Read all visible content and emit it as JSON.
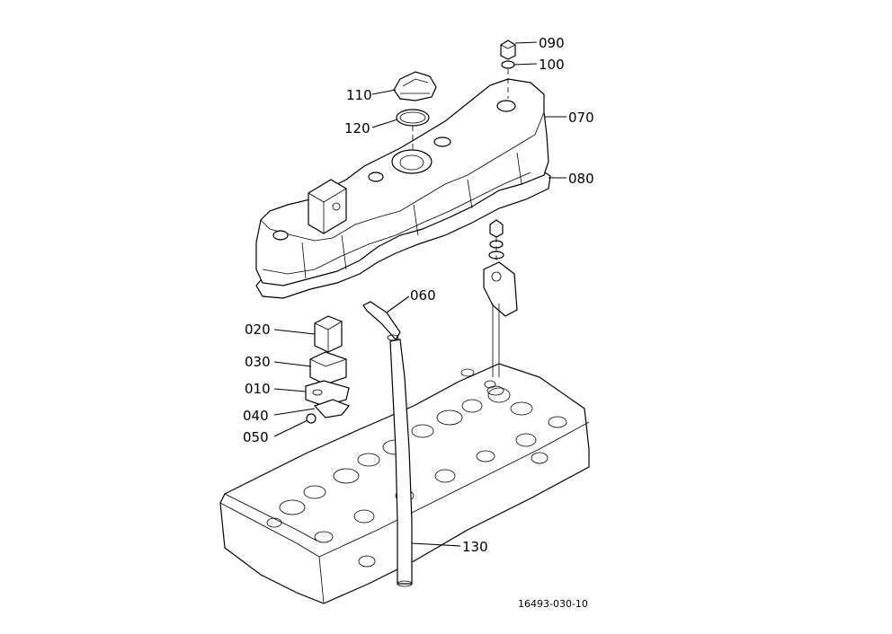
{
  "callouts": {
    "c090": "090",
    "c100": "100",
    "c110": "110",
    "c120": "120",
    "c070": "070",
    "c080": "080",
    "c060": "060",
    "c020": "020",
    "c030": "030",
    "c010": "010",
    "c040": "040",
    "c050": "050",
    "c130": "130"
  },
  "reference_code": "16493-030-10"
}
